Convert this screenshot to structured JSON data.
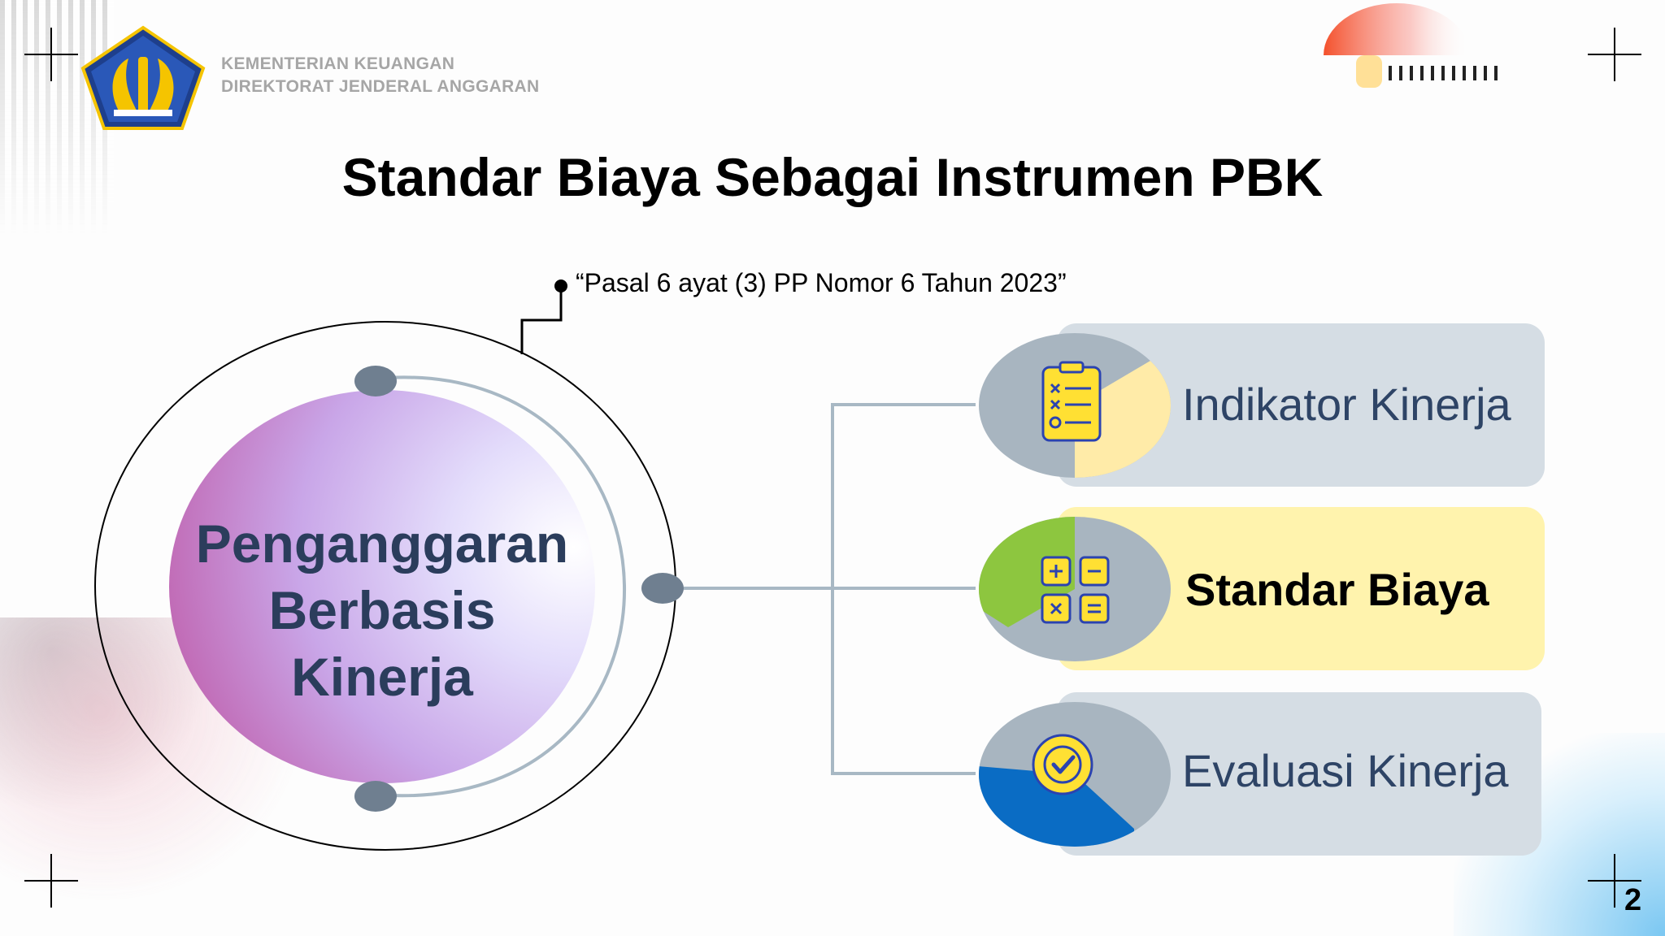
{
  "header": {
    "org_line1": "KEMENTERIAN KEUANGAN",
    "org_line2": "DIREKTORAT JENDERAL ANGGARAN",
    "logo_icon": "kemenkeu-logo-icon"
  },
  "slide": {
    "title": "Standar Biaya Sebagai Instrumen PBK",
    "citation": "“Pasal 6 ayat (3) PP Nomor 6 Tahun 2023”",
    "main_label": {
      "line1": "Penganggaran",
      "line2": "Berbasis",
      "line3": "Kinerja"
    },
    "items": [
      {
        "label": "Indikator Kinerja",
        "icon": "checklist-icon",
        "panel_color": "#d5dde4",
        "accent_color": "#ffeba8"
      },
      {
        "label": "Standar Biaya",
        "icon": "calculator-icon",
        "panel_color": "#fff3ad",
        "accent_color": "#8dc63f"
      },
      {
        "label": "Evaluasi Kinerja",
        "icon": "check-badge-icon",
        "panel_color": "#d5dde4",
        "accent_color": "#0a6cc4"
      }
    ],
    "page_number": "2"
  },
  "colors": {
    "title": "#000000",
    "main_label": "#2b3d5c",
    "circle_gradient_start": "#c465b4",
    "circle_gradient_end": "#e8e0ff",
    "node": "#6f7f90",
    "connector": "#a8b8c4",
    "icon_fill": "#ffe033",
    "icon_stroke": "#2b43b0"
  }
}
